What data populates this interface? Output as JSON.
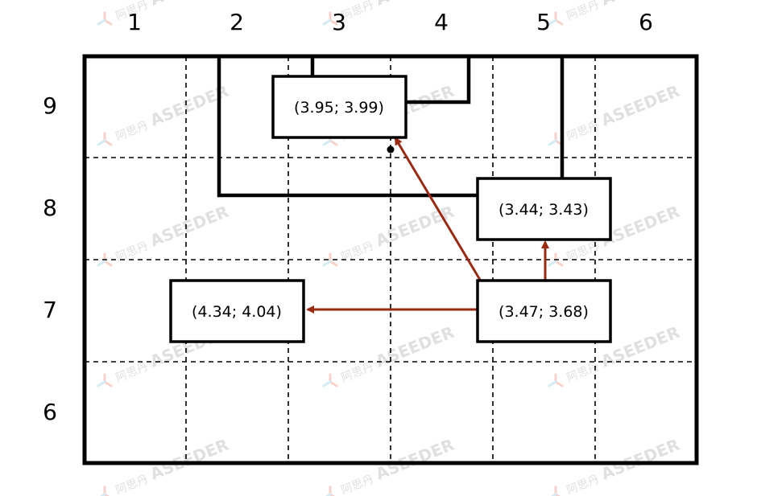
{
  "column_labels": [
    "1",
    "2",
    "3",
    "4",
    "5",
    "6"
  ],
  "row_labels": [
    "9",
    "8",
    "7",
    "6"
  ],
  "boxes": [
    {
      "id": "box-top",
      "label": "(3.95; 3.99)"
    },
    {
      "id": "box-right-upper",
      "label": "(3.44; 3.43)"
    },
    {
      "id": "box-left",
      "label": "(4.34; 4.04)"
    },
    {
      "id": "box-right-lower",
      "label": "(3.47; 3.68)"
    }
  ],
  "watermark": {
    "brand": "ASEEDER",
    "chinese": "阿思丹"
  },
  "colors": {
    "arrow": "#9b2a12",
    "grid_dash": "#000000",
    "frame": "#000000",
    "wall": "#000000"
  }
}
